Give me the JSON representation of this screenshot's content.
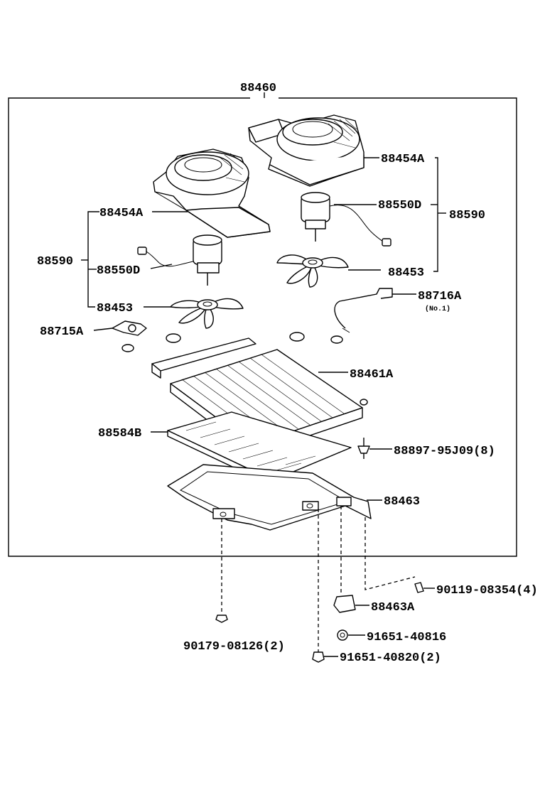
{
  "diagram": {
    "assembly_label": "88460",
    "labels": {
      "blower_case_right": "88454A",
      "blower_case_left": "88454A",
      "motor_right": "88550D",
      "motor_left": "88550D",
      "blower_assembly_right": "88590",
      "blower_assembly_left": "88590",
      "fan_right": "88453",
      "fan_left": "88453",
      "thermistor": "88716A",
      "thermistor_note": "(No.1)",
      "sensor_left": "88715A",
      "condenser_core": "88461A",
      "condenser_cover": "88584B",
      "core_bolt": "88897-95J09(8)",
      "frame": "88463",
      "frame_bolt": "90119-08354(4)",
      "bracket": "88463A",
      "nut_lower": "90179-08126(2)",
      "nut_bracket": "91651-40816",
      "bolt_bracket": "91651-40820(2)"
    }
  }
}
